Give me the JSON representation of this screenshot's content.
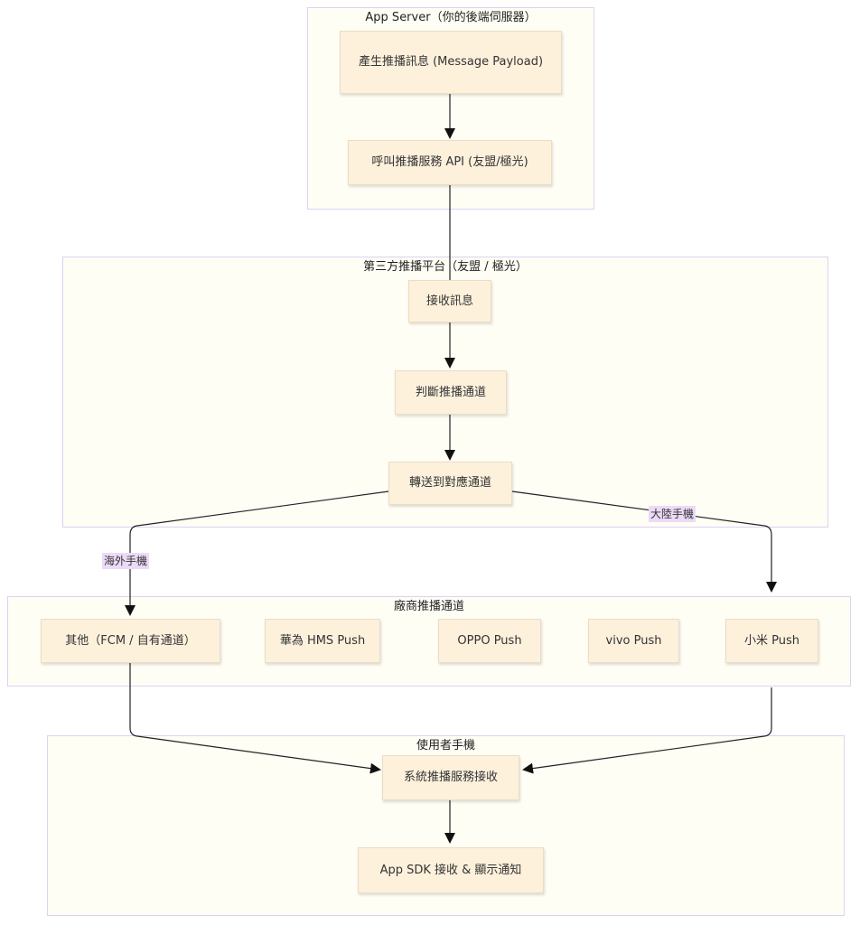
{
  "clusters": {
    "app_server": "App Server（你的後端伺服器）",
    "push_platform": "第三方推播平台（友盟 / 極光）",
    "vendor_channels": "廠商推播通道",
    "user_phone": "使用者手機"
  },
  "nodes": {
    "generate_payload": "產生推播訊息 (Message Payload)",
    "call_api": "呼叫推播服務 API (友盟/極光)",
    "receive_msg": "接收訊息",
    "judge_channel": "判斷推播通道",
    "forward_channel": "轉送到對應通道",
    "other_fcm": "其他（FCM / 自有通道）",
    "huawei": "華為 HMS Push",
    "oppo": "OPPO Push",
    "vivo": "vivo Push",
    "xiaomi": "小米 Push",
    "system_receive": "系統推播服務接收",
    "sdk_display": "App SDK 接收 & 顯示通知"
  },
  "edge_labels": {
    "overseas": "海外手機",
    "mainland": "大陸手機"
  },
  "colors": {
    "node_fill": "#fdf1dc",
    "cluster_fill": "#fffef5",
    "cluster_border": "#dfd1f2",
    "edge_label_bg": "#ecdaf7"
  }
}
